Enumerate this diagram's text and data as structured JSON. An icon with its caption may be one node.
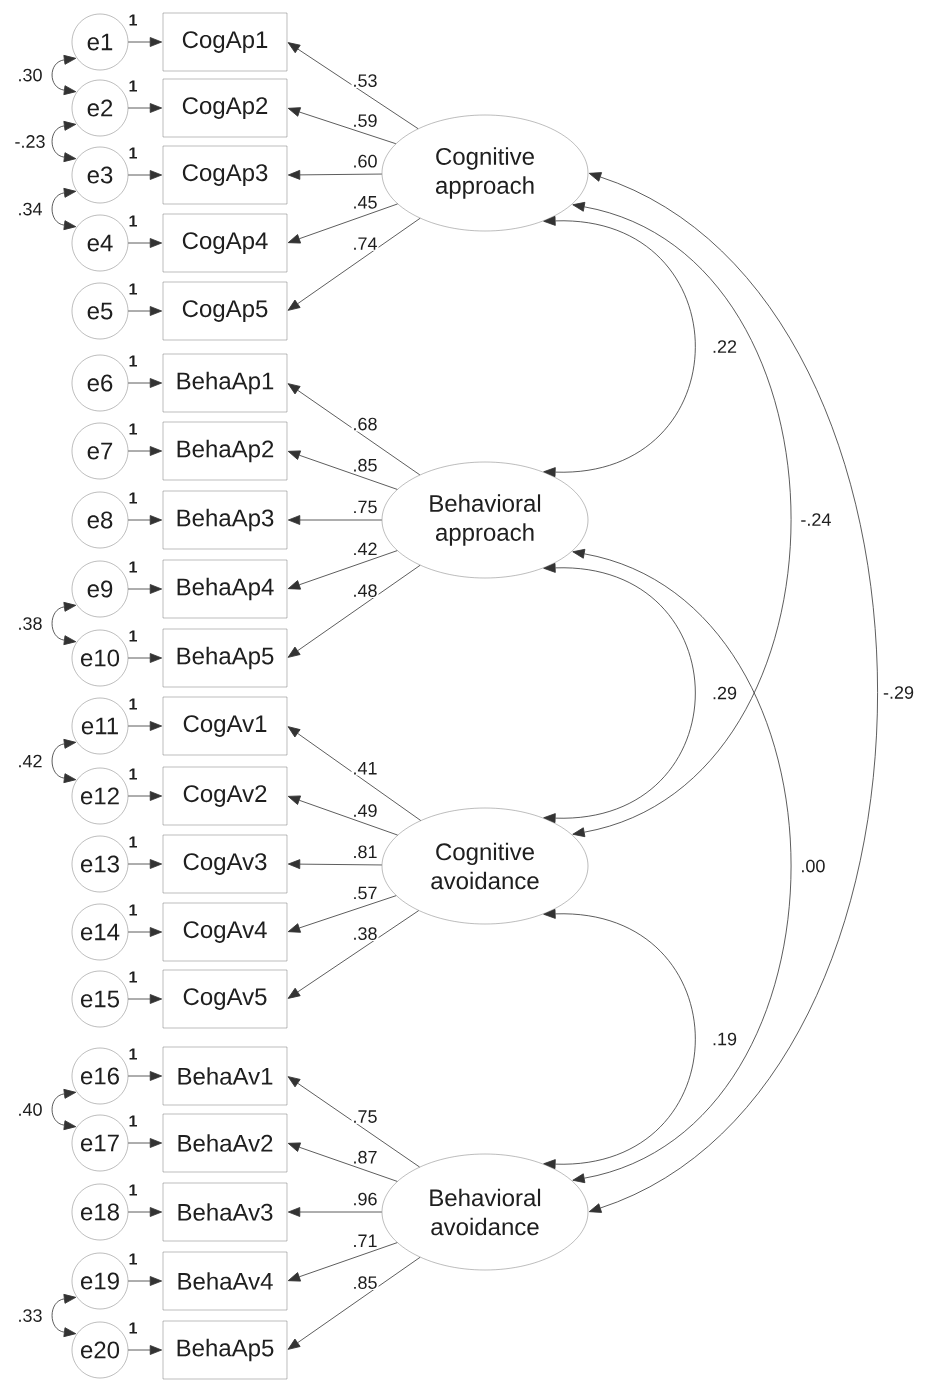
{
  "diagram": {
    "nodes": [
      {
        "text": [
          "e1"
        ]
      },
      {
        "text": [
          "e2"
        ]
      },
      {
        "text": [
          "e3"
        ]
      },
      {
        "text": [
          "e4"
        ]
      },
      {
        "text": [
          "e5"
        ]
      },
      {
        "text": [
          "e6"
        ]
      },
      {
        "text": [
          "e7"
        ]
      },
      {
        "text": [
          "e8"
        ]
      },
      {
        "text": [
          "e9"
        ]
      },
      {
        "text": [
          "e10"
        ]
      },
      {
        "text": [
          "e11"
        ]
      },
      {
        "text": [
          "e12"
        ]
      },
      {
        "text": [
          "e13"
        ]
      },
      {
        "text": [
          "e14"
        ]
      },
      {
        "text": [
          "e15"
        ]
      },
      {
        "text": [
          "e16"
        ]
      },
      {
        "text": [
          "e17"
        ]
      },
      {
        "text": [
          "e18"
        ]
      },
      {
        "text": [
          "e19"
        ]
      },
      {
        "text": [
          "e20"
        ]
      },
      {
        "text": [
          "CogAp1"
        ]
      },
      {
        "text": [
          "CogAp2"
        ]
      },
      {
        "text": [
          "CogAp3"
        ]
      },
      {
        "text": [
          "CogAp4"
        ]
      },
      {
        "text": [
          "CogAp5"
        ]
      },
      {
        "text": [
          "BehaAp1"
        ]
      },
      {
        "text": [
          "BehaAp2"
        ]
      },
      {
        "text": [
          "BehaAp3"
        ]
      },
      {
        "text": [
          "BehaAp4"
        ]
      },
      {
        "text": [
          "BehaAp5"
        ]
      },
      {
        "text": [
          "CogAv1"
        ]
      },
      {
        "text": [
          "CogAv2"
        ]
      },
      {
        "text": [
          "CogAv3"
        ]
      },
      {
        "text": [
          "CogAv4"
        ]
      },
      {
        "text": [
          "CogAv5"
        ]
      },
      {
        "text": [
          "BehaAv1"
        ]
      },
      {
        "text": [
          "BehaAv2"
        ]
      },
      {
        "text": [
          "BehaAv3"
        ]
      },
      {
        "text": [
          "BehaAv4"
        ]
      },
      {
        "text": [
          "BehaAp5"
        ]
      },
      {
        "text": [
          "Cognitive approach"
        ]
      },
      {
        "text": [
          "Behavioral approach"
        ]
      },
      {
        "text": [
          "Cognitive avoidance"
        ]
      },
      {
        "text": [
          "Behavioral avoidance"
        ]
      }
    ],
    "edges": [
      {
        "from": 0,
        "to": 20,
        "arrow": "to",
        "label": "1"
      },
      {
        "from": 1,
        "to": 21,
        "arrow": "to",
        "label": "1"
      },
      {
        "from": 2,
        "to": 22,
        "arrow": "to",
        "label": "1"
      },
      {
        "from": 3,
        "to": 23,
        "arrow": "to",
        "label": "1"
      },
      {
        "from": 4,
        "to": 24,
        "arrow": "to",
        "label": "1"
      },
      {
        "from": 5,
        "to": 25,
        "arrow": "to",
        "label": "1"
      },
      {
        "from": 6,
        "to": 26,
        "arrow": "to",
        "label": "1"
      },
      {
        "from": 7,
        "to": 27,
        "arrow": "to",
        "label": "1"
      },
      {
        "from": 8,
        "to": 28,
        "arrow": "to",
        "label": "1"
      },
      {
        "from": 9,
        "to": 29,
        "arrow": "to",
        "label": "1"
      },
      {
        "from": 10,
        "to": 30,
        "arrow": "to",
        "label": "1"
      },
      {
        "from": 11,
        "to": 31,
        "arrow": "to",
        "label": "1"
      },
      {
        "from": 12,
        "to": 32,
        "arrow": "to",
        "label": "1"
      },
      {
        "from": 13,
        "to": 33,
        "arrow": "to",
        "label": "1"
      },
      {
        "from": 14,
        "to": 34,
        "arrow": "to",
        "label": "1"
      },
      {
        "from": 15,
        "to": 35,
        "arrow": "to",
        "label": "1"
      },
      {
        "from": 16,
        "to": 36,
        "arrow": "to",
        "label": "1"
      },
      {
        "from": 17,
        "to": 37,
        "arrow": "to",
        "label": "1"
      },
      {
        "from": 18,
        "to": 38,
        "arrow": "to",
        "label": "1"
      },
      {
        "from": 19,
        "to": 39,
        "arrow": "to",
        "label": "1"
      },
      {
        "from": 40,
        "to": 20,
        "arrow": "to",
        "label": ".53"
      },
      {
        "from": 40,
        "to": 21,
        "arrow": "to",
        "label": ".59"
      },
      {
        "from": 40,
        "to": 22,
        "arrow": "to",
        "label": ".60"
      },
      {
        "from": 40,
        "to": 23,
        "arrow": "to",
        "label": ".45"
      },
      {
        "from": 40,
        "to": 24,
        "arrow": "to",
        "label": ".74"
      },
      {
        "from": 41,
        "to": 25,
        "arrow": "to",
        "label": ".68"
      },
      {
        "from": 41,
        "to": 26,
        "arrow": "to",
        "label": ".85"
      },
      {
        "from": 41,
        "to": 27,
        "arrow": "to",
        "label": ".75"
      },
      {
        "from": 41,
        "to": 28,
        "arrow": "to",
        "label": ".42"
      },
      {
        "from": 41,
        "to": 29,
        "arrow": "to",
        "label": ".48"
      },
      {
        "from": 42,
        "to": 30,
        "arrow": "to",
        "label": ".41"
      },
      {
        "from": 42,
        "to": 31,
        "arrow": "to",
        "label": ".49"
      },
      {
        "from": 42,
        "to": 32,
        "arrow": "to",
        "label": ".81"
      },
      {
        "from": 42,
        "to": 33,
        "arrow": "to",
        "label": ".57"
      },
      {
        "from": 42,
        "to": 34,
        "arrow": "to",
        "label": ".38"
      },
      {
        "from": 43,
        "to": 35,
        "arrow": "to",
        "label": ".75"
      },
      {
        "from": 43,
        "to": 36,
        "arrow": "to",
        "label": ".87"
      },
      {
        "from": 43,
        "to": 37,
        "arrow": "to",
        "label": ".96"
      },
      {
        "from": 43,
        "to": 38,
        "arrow": "to",
        "label": ".71"
      },
      {
        "from": 43,
        "to": 39,
        "arrow": "to",
        "label": ".85"
      },
      {
        "from": 0,
        "to": 1,
        "arrow": "both",
        "label": ".30"
      },
      {
        "from": 1,
        "to": 2,
        "arrow": "both",
        "label": "-.23"
      },
      {
        "from": 2,
        "to": 3,
        "arrow": "both",
        "label": ".34"
      },
      {
        "from": 8,
        "to": 9,
        "arrow": "both",
        "label": ".38"
      },
      {
        "from": 10,
        "to": 11,
        "arrow": "both",
        "label": ".42"
      },
      {
        "from": 15,
        "to": 16,
        "arrow": "both",
        "label": ".40"
      },
      {
        "from": 18,
        "to": 19,
        "arrow": "both",
        "label": ".33"
      },
      {
        "from": 40,
        "to": 41,
        "arrow": "both",
        "label": ".22"
      },
      {
        "from": 40,
        "to": 42,
        "arrow": "both",
        "label": "-.24"
      },
      {
        "from": 40,
        "to": 43,
        "arrow": "both",
        "label": "-.29"
      },
      {
        "from": 41,
        "to": 42,
        "arrow": "both",
        "label": ".29"
      },
      {
        "from": 41,
        "to": 43,
        "arrow": "both",
        "label": ".00"
      },
      {
        "from": 42,
        "to": 43,
        "arrow": "both",
        "label": ".19"
      }
    ]
  }
}
